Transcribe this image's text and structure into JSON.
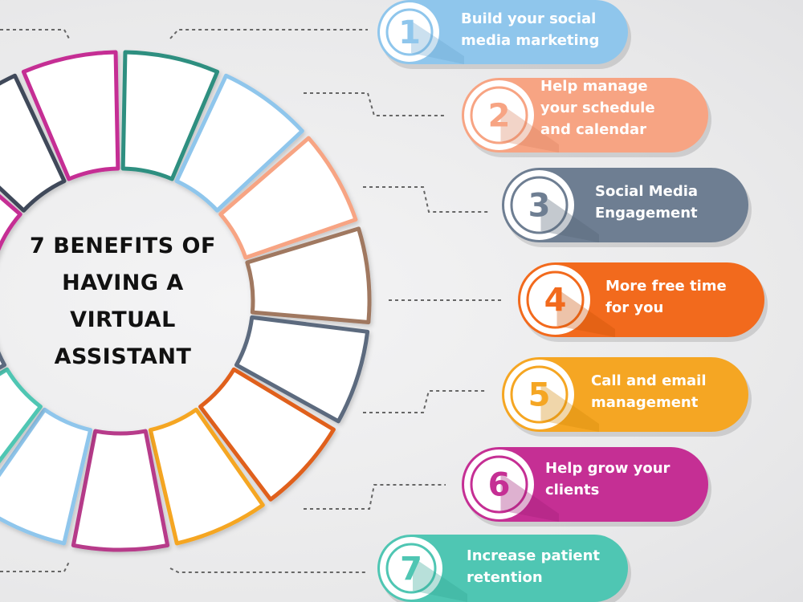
{
  "title": {
    "lines": [
      "7 BENEFITS OF",
      "HAVING A",
      "VIRTUAL",
      "ASSISTANT"
    ]
  },
  "benefits": [
    {
      "number": "1",
      "lines": [
        "Build your social",
        "media marketing"
      ],
      "color": "#8fc6ec",
      "shadow": "#6aa7d1"
    },
    {
      "number": "2",
      "lines": [
        "Help manage",
        "your schedule",
        "and calendar"
      ],
      "color": "#f7a483",
      "shadow": "#d98462"
    },
    {
      "number": "3",
      "lines": [
        "Social Media",
        "Engagement"
      ],
      "color": "#6e7e92",
      "shadow": "#566475"
    },
    {
      "number": "4",
      "lines": [
        "More free time",
        "for you"
      ],
      "color": "#f26a1d",
      "shadow": "#cc5209"
    },
    {
      "number": "5",
      "lines": [
        "Call and email",
        "management"
      ],
      "color": "#f5a623",
      "shadow": "#d3890b"
    },
    {
      "number": "6",
      "lines": [
        "Help grow your",
        "clients"
      ],
      "color": "#c52f94",
      "shadow": "#a11f77"
    },
    {
      "number": "7",
      "lines": [
        "Increase patient",
        "retention"
      ],
      "color": "#4fc6b3",
      "shadow": "#35a595"
    }
  ],
  "wheel_colors": [
    "#3f4a5a",
    "#c52f94",
    "#2f8f80",
    "#8fc6ec",
    "#f7a483",
    "#a07860",
    "#5b6a7e",
    "#e0601f",
    "#f5a623",
    "#b73a8a",
    "#8fc6ec",
    "#4fc6b3",
    "#5b6a7e",
    "#f7a483",
    "#c52f94"
  ]
}
